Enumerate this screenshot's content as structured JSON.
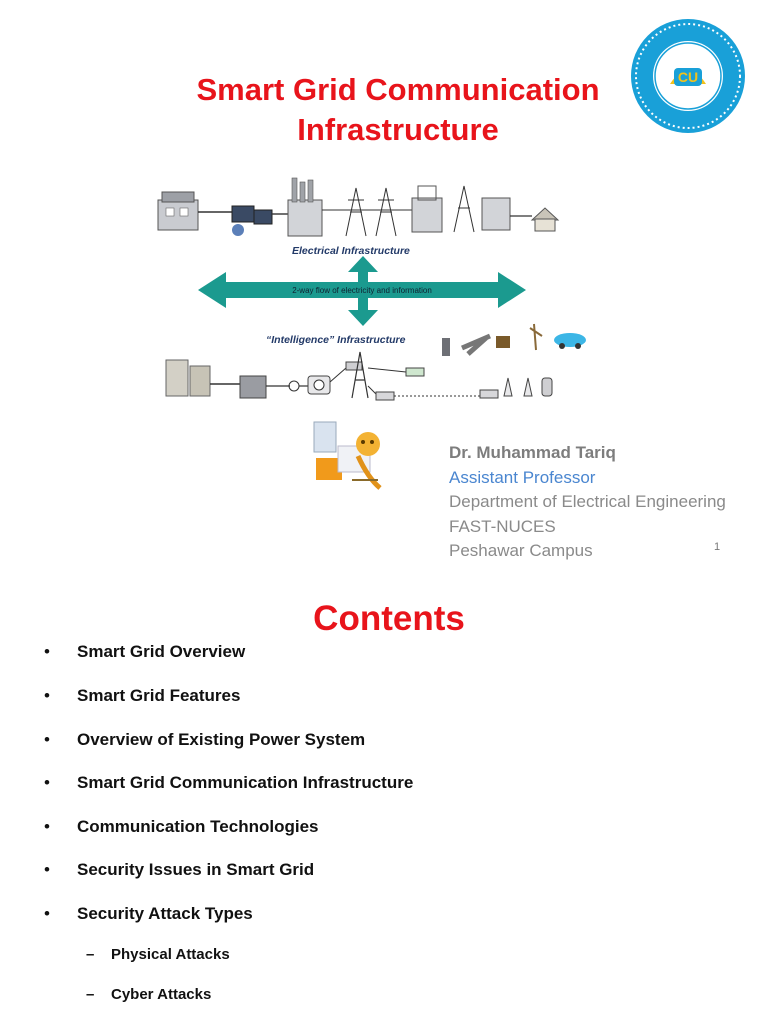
{
  "slide1": {
    "title": "Smart Grid Communication Infrastructure",
    "diagram": {
      "top_label": "Electrical Infrastructure",
      "arrow_label": "2-way flow of electricity and information",
      "bottom_label": "“Intelligence” Infrastructure"
    },
    "author": {
      "name": "Dr. Muhammad Tariq",
      "role": "Assistant Professor",
      "department": "Department of Electrical Engineering",
      "institution": "FAST-NUCES",
      "campus": "Peshawar Campus"
    },
    "page_number": "1",
    "colors": {
      "title": "#e8141b",
      "role": "#4a86d0",
      "arrow": "#1b9a8f",
      "logo_ring": "#19a0d8"
    }
  },
  "slide2": {
    "title": "Contents",
    "bullet": "•",
    "dash": "–",
    "items": [
      "Smart Grid Overview",
      "Smart Grid Features",
      "Overview of Existing Power System",
      "Smart Grid Communication Infrastructure",
      "Communication Technologies",
      "Security Issues in Smart Grid",
      "Security Attack Types"
    ],
    "subitems": [
      "Physical Attacks",
      "Cyber Attacks"
    ]
  }
}
